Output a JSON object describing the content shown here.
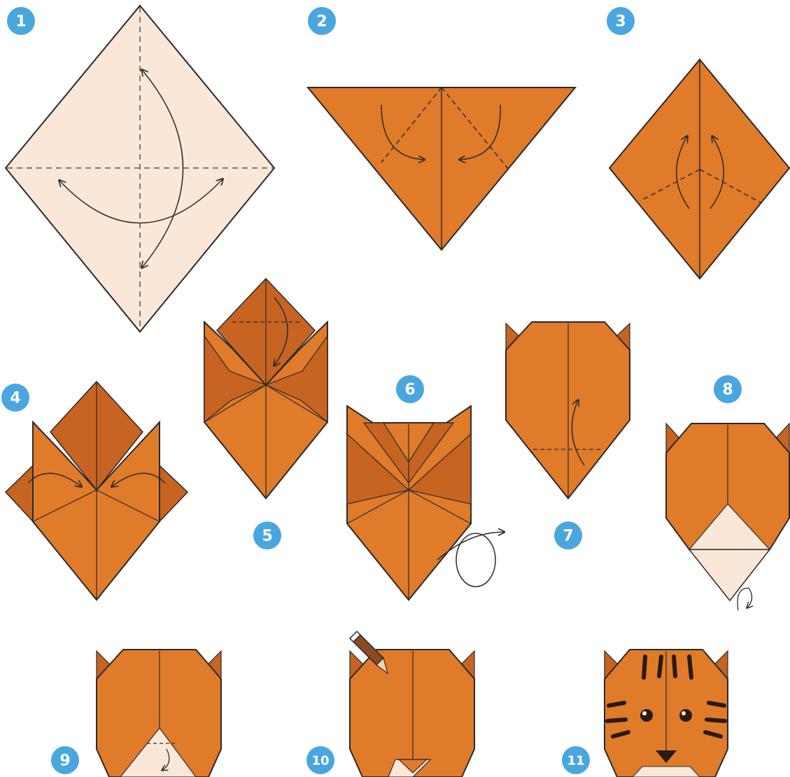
{
  "steps": [
    {
      "number": "1"
    },
    {
      "number": "2"
    },
    {
      "number": "3"
    },
    {
      "number": "4"
    },
    {
      "number": "5"
    },
    {
      "number": "6"
    },
    {
      "number": "7"
    },
    {
      "number": "8"
    },
    {
      "number": "9"
    },
    {
      "number": "10"
    },
    {
      "number": "11"
    }
  ],
  "colors": {
    "paper_front": "#e07b2a",
    "paper_dark": "#c76422",
    "paper_back": "#fbe7d8",
    "outline": "#2a2a2a",
    "badge": "#4aa6df",
    "stripe": "#2a1a10"
  }
}
